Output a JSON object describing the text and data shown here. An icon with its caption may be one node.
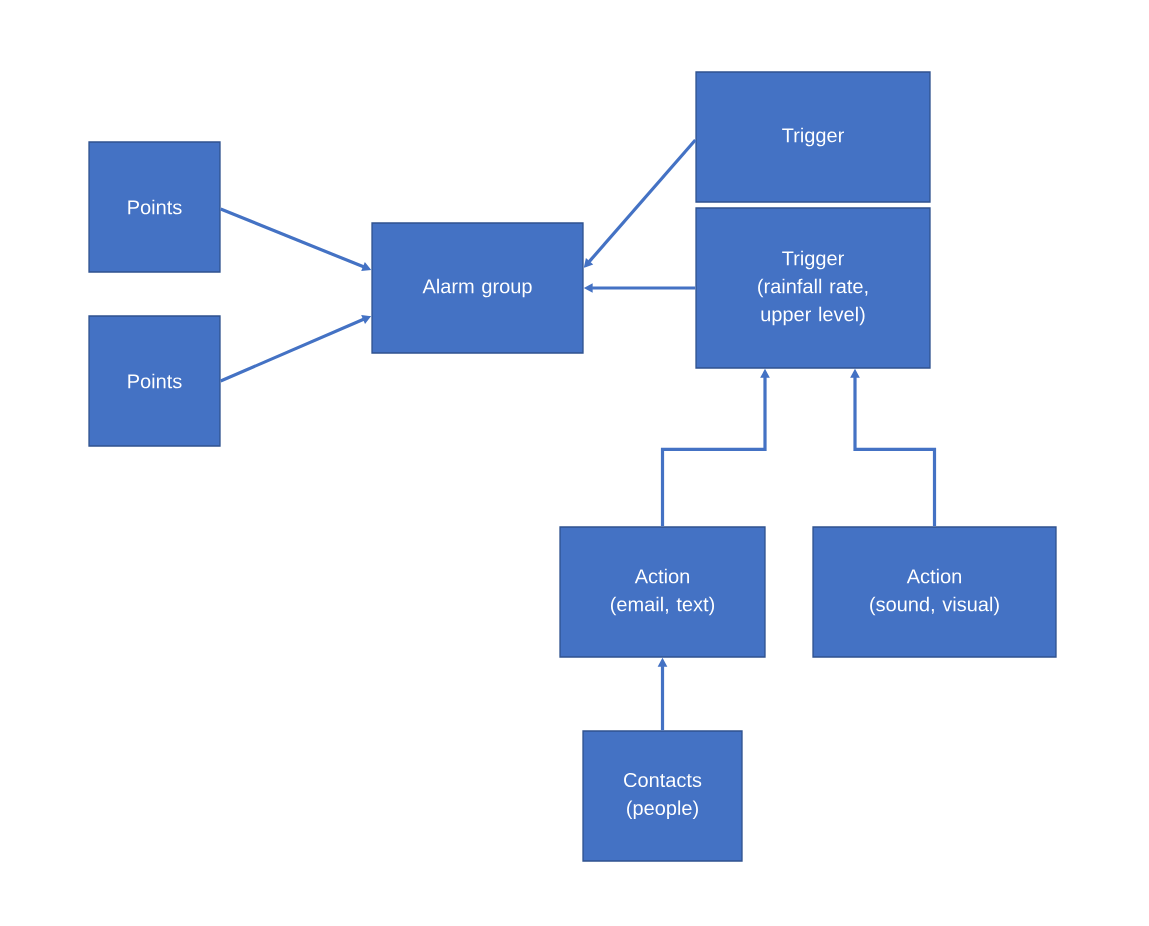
{
  "diagram": {
    "nodes": [
      {
        "text": [
          "Points"
        ]
      },
      {
        "text": [
          "Points"
        ]
      },
      {
        "text": [
          "Alarm group"
        ]
      },
      {
        "text": [
          "Trigger"
        ]
      },
      {
        "text": [
          "Trigger",
          "(rainfall rate, upper level)"
        ]
      },
      {
        "text": [
          "Action",
          "(email, text)"
        ]
      },
      {
        "text": [
          "Action",
          "(sound, visual)"
        ]
      },
      {
        "text": [
          "Contacts",
          "(people)"
        ]
      }
    ],
    "edges": [
      {
        "from": 0,
        "to": 2,
        "arrow": "to"
      },
      {
        "from": 1,
        "to": 2,
        "arrow": "to"
      },
      {
        "from": 3,
        "to": 2,
        "arrow": "to"
      },
      {
        "from": 4,
        "to": 2,
        "arrow": "to"
      },
      {
        "from": 5,
        "to": 4,
        "arrow": "to"
      },
      {
        "from": 6,
        "to": 4,
        "arrow": "to"
      },
      {
        "from": 7,
        "to": 5,
        "arrow": "to"
      }
    ]
  }
}
